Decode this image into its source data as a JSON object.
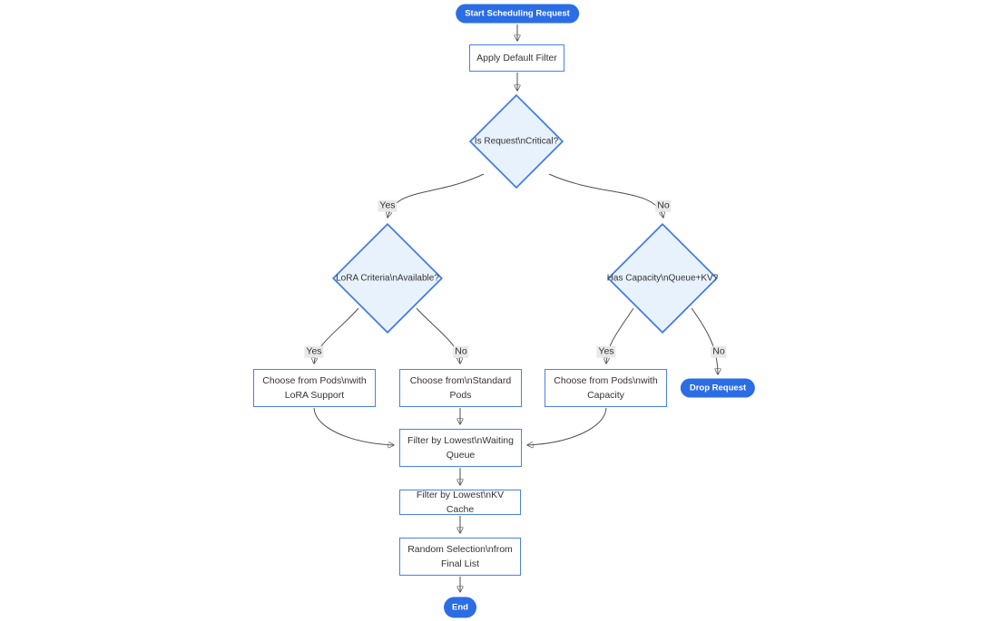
{
  "diagram": {
    "title": "Scheduling request flowchart",
    "colors": {
      "pill_fill": "#2b6de4",
      "pill_text": "#ffffff",
      "rect_fill": "#ffffff",
      "rect_border": "#4a80e8",
      "diamond_fill": "#e8f2fc",
      "diamond_border": "#3d78e6",
      "edge_line": "#4e4e4e",
      "edge_label_bg": "#e8e8e8",
      "text": "#333333",
      "background": "#ffffff"
    },
    "nodes": {
      "start": {
        "label": "Start Scheduling Request",
        "type": "pill"
      },
      "apply_default_filter": {
        "label": "Apply Default Filter",
        "type": "rect"
      },
      "is_critical": {
        "label": "Is Request\\nCritical?",
        "type": "diamond"
      },
      "lora_criteria": {
        "label": "LoRA Criteria\\nAvailable?",
        "type": "diamond"
      },
      "has_capacity": {
        "label": "Has Capacity\\nQueue+KV?",
        "type": "diamond"
      },
      "choose_lora_pods": {
        "label": "Choose from Pods\\nwith LoRA Support",
        "type": "rect"
      },
      "choose_standard_pods": {
        "label": "Choose from\\nStandard Pods",
        "type": "rect"
      },
      "choose_capacity_pods": {
        "label": "Choose from Pods\\nwith Capacity",
        "type": "rect"
      },
      "drop_request": {
        "label": "Drop Request",
        "type": "pill"
      },
      "filter_waiting_queue": {
        "label": "Filter by Lowest\\nWaiting Queue",
        "type": "rect"
      },
      "filter_kv_cache": {
        "label": "Filter by Lowest\\nKV Cache",
        "type": "rect"
      },
      "random_selection": {
        "label": "Random Selection\\nfrom Final List",
        "type": "rect"
      },
      "end": {
        "label": "End",
        "type": "pill"
      }
    },
    "edges": [
      {
        "from": "start",
        "to": "apply_default_filter",
        "label": ""
      },
      {
        "from": "apply_default_filter",
        "to": "is_critical",
        "label": ""
      },
      {
        "from": "is_critical",
        "to": "lora_criteria",
        "label": "Yes"
      },
      {
        "from": "is_critical",
        "to": "has_capacity",
        "label": "No"
      },
      {
        "from": "lora_criteria",
        "to": "choose_lora_pods",
        "label": "Yes"
      },
      {
        "from": "lora_criteria",
        "to": "choose_standard_pods",
        "label": "No"
      },
      {
        "from": "has_capacity",
        "to": "choose_capacity_pods",
        "label": "Yes"
      },
      {
        "from": "has_capacity",
        "to": "drop_request",
        "label": "No"
      },
      {
        "from": "choose_lora_pods",
        "to": "filter_waiting_queue",
        "label": ""
      },
      {
        "from": "choose_standard_pods",
        "to": "filter_waiting_queue",
        "label": ""
      },
      {
        "from": "choose_capacity_pods",
        "to": "filter_waiting_queue",
        "label": ""
      },
      {
        "from": "filter_waiting_queue",
        "to": "filter_kv_cache",
        "label": ""
      },
      {
        "from": "filter_kv_cache",
        "to": "random_selection",
        "label": ""
      },
      {
        "from": "random_selection",
        "to": "end",
        "label": ""
      }
    ]
  }
}
